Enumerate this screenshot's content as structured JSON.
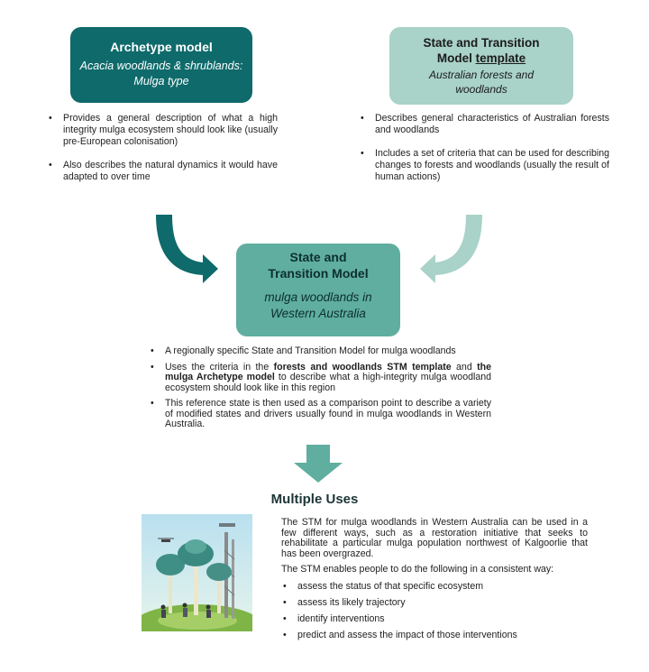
{
  "archetype": {
    "title": "Archetype model",
    "subtitle_line1": "Acacia woodlands & shrublands:",
    "subtitle_line2": "Mulga type",
    "bullets": [
      "Provides a general description of what a high integrity mulga ecosystem should look like (usually pre-European colonisation)",
      "Also describes the natural dynamics it would have adapted to over time"
    ]
  },
  "template": {
    "title_line1": "State and Transition",
    "title_line2_pre": "Model ",
    "title_line2_underlined": "template",
    "subtitle_line1": "Australian forests and",
    "subtitle_line2": "woodlands",
    "bullets": [
      "Describes general characteristics of Australian forests and woodlands",
      "Includes a set of criteria that can be used for describing changes to forests and woodlands (usually the result of human actions)"
    ]
  },
  "stm": {
    "title_line1": "State and",
    "title_line2": "Transition Model",
    "subtitle_line1": "mulga woodlands in",
    "subtitle_line2": "Western Australia",
    "bullet1": "A regionally specific State and Transition Model for mulga woodlands",
    "bullet2_pre": "Uses the criteria in the ",
    "bullet2_bold1": "forests and woodlands STM template",
    "bullet2_mid": " and ",
    "bullet2_bold2": "the mulga Archetype model",
    "bullet2_post": " to describe what a high-integrity mulga woodland ecosystem should look like in this region",
    "bullet3": "This reference state is then used as a comparison point to describe a variety of modified states and drivers usually found in mulga woodlands in Western Australia."
  },
  "uses": {
    "title": "Multiple Uses",
    "para1": "The STM for mulga woodlands in Western Australia can be used in a few different ways, such as a restoration initiative that seeks to rehabilitate a particular mulga population northwest of Kalgoorlie that has been overgrazed.",
    "para2": "The STM enables people to do the following in a consistent way:",
    "items": [
      "assess the status of that specific ecosystem",
      "assess its likely trajectory",
      "identify interventions",
      "predict and assess the impact of those interventions"
    ]
  },
  "colors": {
    "archetype_box": "#0f6a6b",
    "template_box": "#a9d2c8",
    "stm_box": "#5fae9f",
    "arrow_dark": "#0f6a6b",
    "arrow_light": "#a9d2c8",
    "arrow_down": "#5fae9f"
  }
}
